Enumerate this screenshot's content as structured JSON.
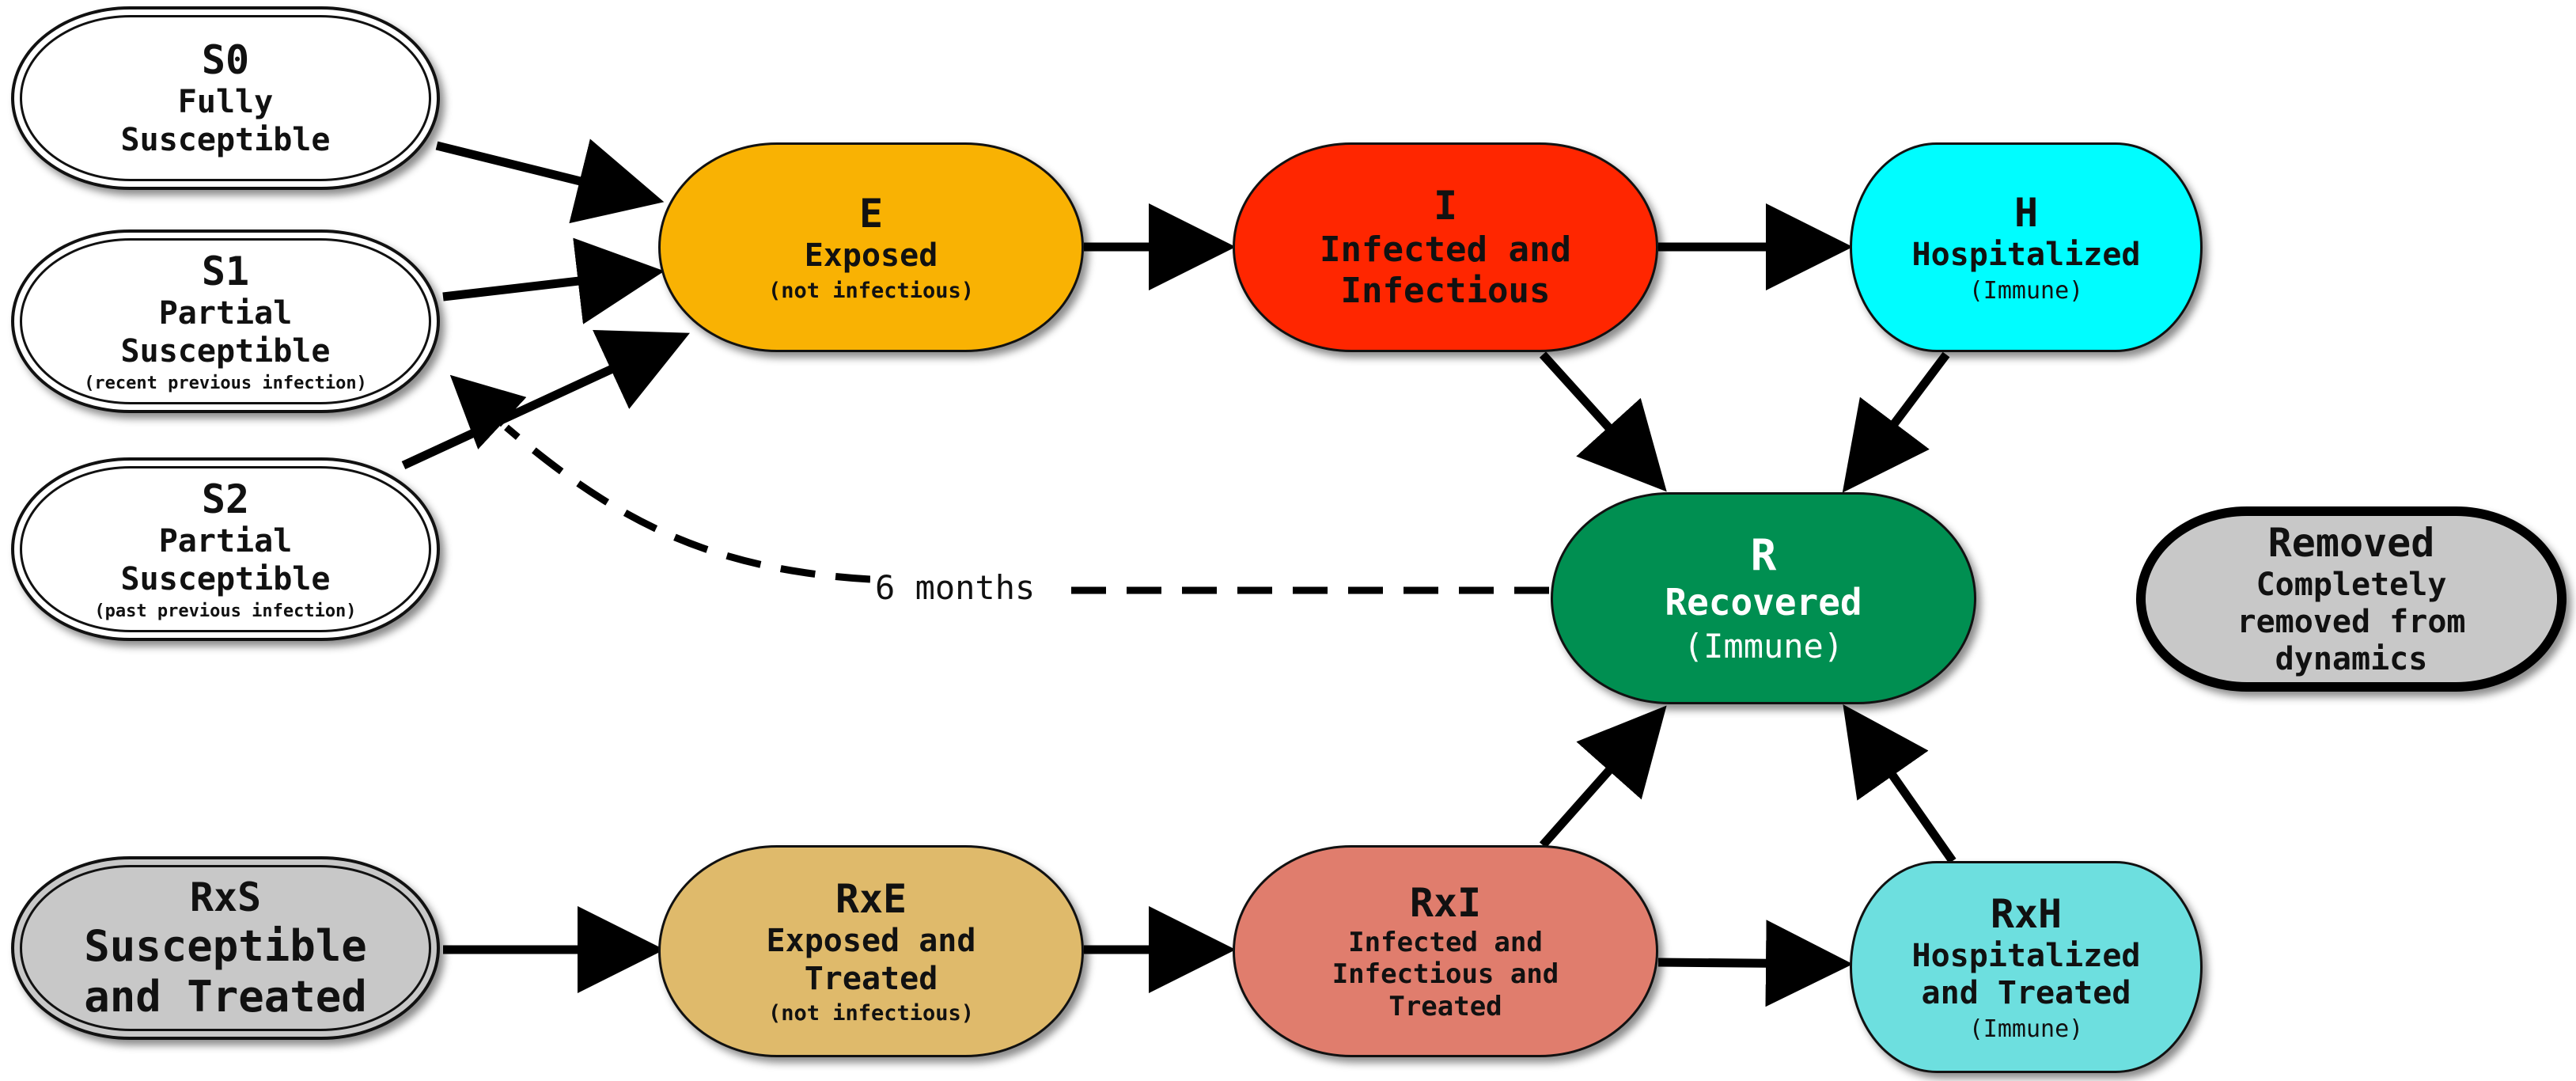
{
  "nodes": {
    "s0": {
      "title": "S0",
      "line1": "Fully",
      "line2": "Susceptible"
    },
    "s1": {
      "title": "S1",
      "line1": "Partial",
      "line2": "Susceptible",
      "note": "(recent previous infection)"
    },
    "s2": {
      "title": "S2",
      "line1": "Partial",
      "line2": "Susceptible",
      "note": "(past previous infection)"
    },
    "e": {
      "title": "E",
      "line1": "Exposed",
      "note": "(not infectious)"
    },
    "i": {
      "title": "I",
      "line1": "Infected and",
      "line2": "Infectious"
    },
    "h": {
      "title": "H",
      "line1": "Hospitalized",
      "note": "(Immune)"
    },
    "r": {
      "title": "R",
      "line1": "Recovered",
      "note": "(Immune)"
    },
    "removed": {
      "title": "Removed",
      "line1": "Completely",
      "line2": "removed from",
      "line3": "dynamics"
    },
    "rxs": {
      "title": "RxS",
      "line1": "Susceptible",
      "line2": "and Treated"
    },
    "rxe": {
      "title": "RxE",
      "line1": "Exposed and",
      "line2": "Treated",
      "note": "(not infectious)"
    },
    "rxi": {
      "title": "RxI",
      "line1": "Infected and",
      "line2": "Infectious and",
      "line3": "Treated"
    },
    "rxh": {
      "title": "RxH",
      "line1": "Hospitalized",
      "line2": "and Treated",
      "note": "(Immune)"
    }
  },
  "edges": {
    "waning_label": "6 months"
  },
  "colors": {
    "exposed": "#f9b203",
    "infected": "#ff2600",
    "hospitalized": "#00fdff",
    "recovered": "#008f51",
    "removed": "#c8c8c8",
    "treated_susceptible": "#c8c8c8",
    "treated_exposed": "#dfba6b",
    "treated_infected": "#e07d6d",
    "treated_hospitalized": "#6ddfdf"
  }
}
